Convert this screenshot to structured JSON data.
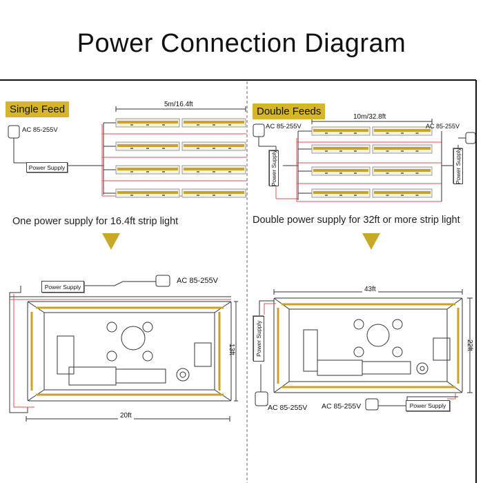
{
  "title": "Power Connection Diagram",
  "single_feed": {
    "tag": "Single Feed",
    "voltage": "AC 85-255V",
    "power_supply": "Power Supply",
    "length": "5m/16.4ft",
    "caption": "One power supply for 16.4ft strip light",
    "layout": {
      "power_supply": "Power Supply",
      "voltage": "AC 85-255V",
      "width": "20ft",
      "height": "13ft"
    }
  },
  "double_feed": {
    "tag": "Double Feeds",
    "voltage_left": "AC 85-255V",
    "voltage_right": "AC 85-255V",
    "power_supply_left": "Power Supply",
    "power_supply_right": "Power Supply",
    "length": "10m/32.8ft",
    "caption": "Double power supply for 32ft or more strip light",
    "layout": {
      "power_supply_left": "Power Supply",
      "power_supply_bottom": "Power Supply",
      "voltage_left": "AC 85-255V",
      "voltage_bottom": "AC 85-255V",
      "width": "43ft",
      "height": "22ft"
    }
  },
  "colors": {
    "accent": "#d6b52a",
    "strip": "#c9a227",
    "wire_red": "#d9534f",
    "wire_dark": "#333333"
  }
}
